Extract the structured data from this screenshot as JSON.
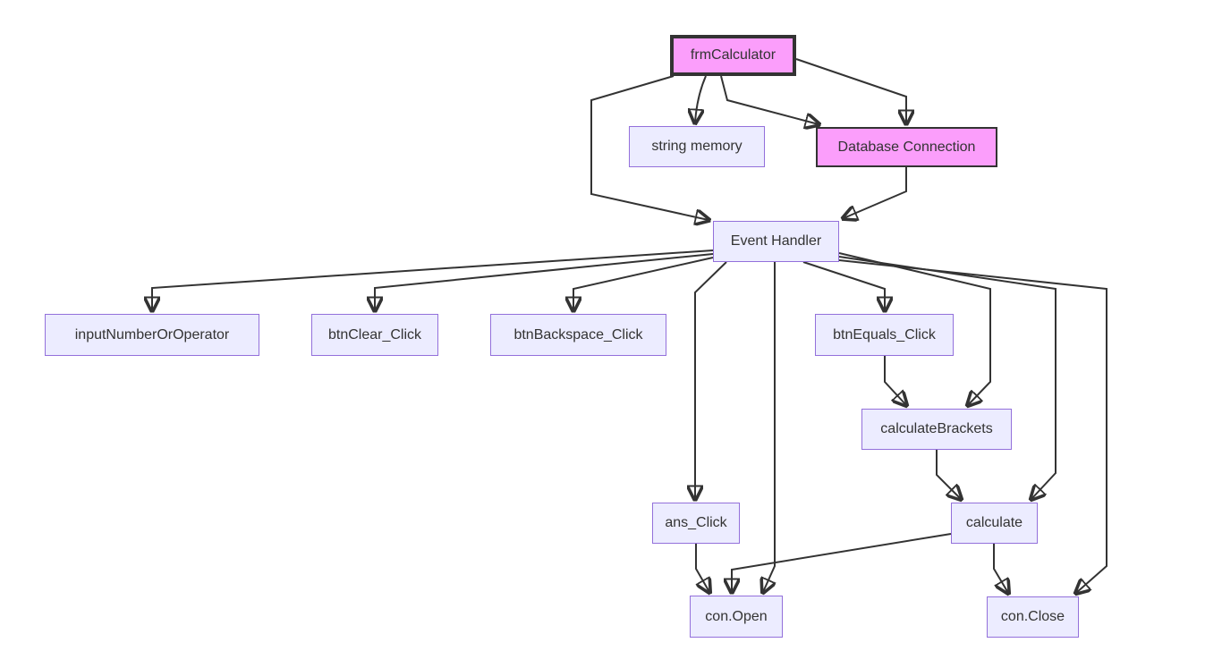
{
  "diagram": {
    "type": "flowchart",
    "direction": "top-down",
    "nodes": [
      {
        "id": "frmCalculator",
        "label": "frmCalculator",
        "style": "highlight-strong"
      },
      {
        "id": "stringMemory",
        "label": "string memory",
        "style": "default"
      },
      {
        "id": "databaseConnection",
        "label": "Database Connection",
        "style": "highlight"
      },
      {
        "id": "eventHandler",
        "label": "Event Handler",
        "style": "default"
      },
      {
        "id": "inputNumberOrOperator",
        "label": "inputNumberOrOperator",
        "style": "default"
      },
      {
        "id": "btnClearClick",
        "label": "btnClear_Click",
        "style": "default"
      },
      {
        "id": "btnBackspaceClick",
        "label": "btnBackspace_Click",
        "style": "default"
      },
      {
        "id": "btnEqualsClick",
        "label": "btnEquals_Click",
        "style": "default"
      },
      {
        "id": "calculateBrackets",
        "label": "calculateBrackets",
        "style": "default"
      },
      {
        "id": "ansClick",
        "label": "ans_Click",
        "style": "default"
      },
      {
        "id": "calculate",
        "label": "calculate",
        "style": "default"
      },
      {
        "id": "conOpen",
        "label": "con.Open",
        "style": "default"
      },
      {
        "id": "conClose",
        "label": "con.Close",
        "style": "default"
      }
    ],
    "edges": [
      {
        "from": "frmCalculator",
        "to": "stringMemory"
      },
      {
        "from": "frmCalculator",
        "to": "databaseConnection"
      },
      {
        "from": "frmCalculator",
        "to": "databaseConnection"
      },
      {
        "from": "frmCalculator",
        "to": "eventHandler"
      },
      {
        "from": "databaseConnection",
        "to": "eventHandler"
      },
      {
        "from": "eventHandler",
        "to": "inputNumberOrOperator"
      },
      {
        "from": "eventHandler",
        "to": "btnClearClick"
      },
      {
        "from": "eventHandler",
        "to": "btnBackspaceClick"
      },
      {
        "from": "eventHandler",
        "to": "btnEqualsClick"
      },
      {
        "from": "eventHandler",
        "to": "ansClick"
      },
      {
        "from": "eventHandler",
        "to": "calculateBrackets"
      },
      {
        "from": "eventHandler",
        "to": "calculate"
      },
      {
        "from": "eventHandler",
        "to": "conOpen"
      },
      {
        "from": "eventHandler",
        "to": "conClose"
      },
      {
        "from": "btnEqualsClick",
        "to": "calculateBrackets"
      },
      {
        "from": "calculateBrackets",
        "to": "calculate"
      },
      {
        "from": "ansClick",
        "to": "conOpen"
      },
      {
        "from": "calculate",
        "to": "conOpen"
      },
      {
        "from": "calculate",
        "to": "conClose"
      }
    ],
    "colors": {
      "background": "#ffffff",
      "node_fill": "#ECECFF",
      "node_border": "#9370DB",
      "highlight_fill": "#fb9efb",
      "highlight_border": "#333333",
      "edge": "#333333",
      "text": "#333333"
    }
  }
}
